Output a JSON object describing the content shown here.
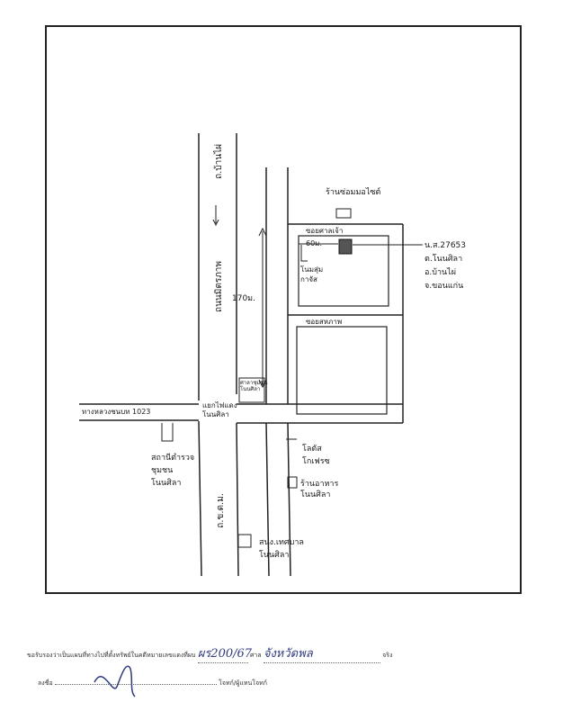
{
  "map": {
    "road_left_top": "ถ.บ้านไผ่",
    "road_left_mid": "ถนนมิตรภาพ",
    "road_left_bottom": "ถ.ข.ต.ม.",
    "road_cross": "ทางหลวงชนบท 1023",
    "intersection": "แยกไฟแดง\nโนนศิลา",
    "soi_top": "ซอยศาลเจ้า",
    "soi_mid": "ซอยสหภาพ",
    "distance_vertical": "170ม.",
    "distance_horizontal": "60ม.",
    "landmarks": {
      "shop_top": "ร้านซ่อมมอไซต์",
      "homes": "โนมสุ่ม\nกาจัส",
      "temple_sign": "ศาลาชุมชน\nโนนศิลา",
      "police": "สถานีตำรวจ\nชุมชน\nโนนศิลา",
      "lotus": "โลตัส\nโกเฟรซ",
      "shop_lower": "ร้านอาหาร\nโนนศิลา",
      "school": "สนง.เทศบาล\nโนนศิลา"
    },
    "property": {
      "deed": "น.ส.27653",
      "subdistrict": "ต.โนนศิลา",
      "district": "อ.บ้านไผ่",
      "province": "จ.ขอนแก่น"
    }
  },
  "footer": {
    "certify_prefix": "ขอรับรองว่าเป็นแผนที่ทางไปที่ตั้งทรัพย์ในคดีหมายเลขแดงที่ผบ",
    "case_number": "ผร200/67",
    "court_label": "ศาล",
    "court_name": "จังหวัดพล",
    "certify_suffix": "จริง",
    "sign_label": "ลงชื่อ",
    "signer_role": "โจทก์/ผู้แทนโจทก์"
  }
}
